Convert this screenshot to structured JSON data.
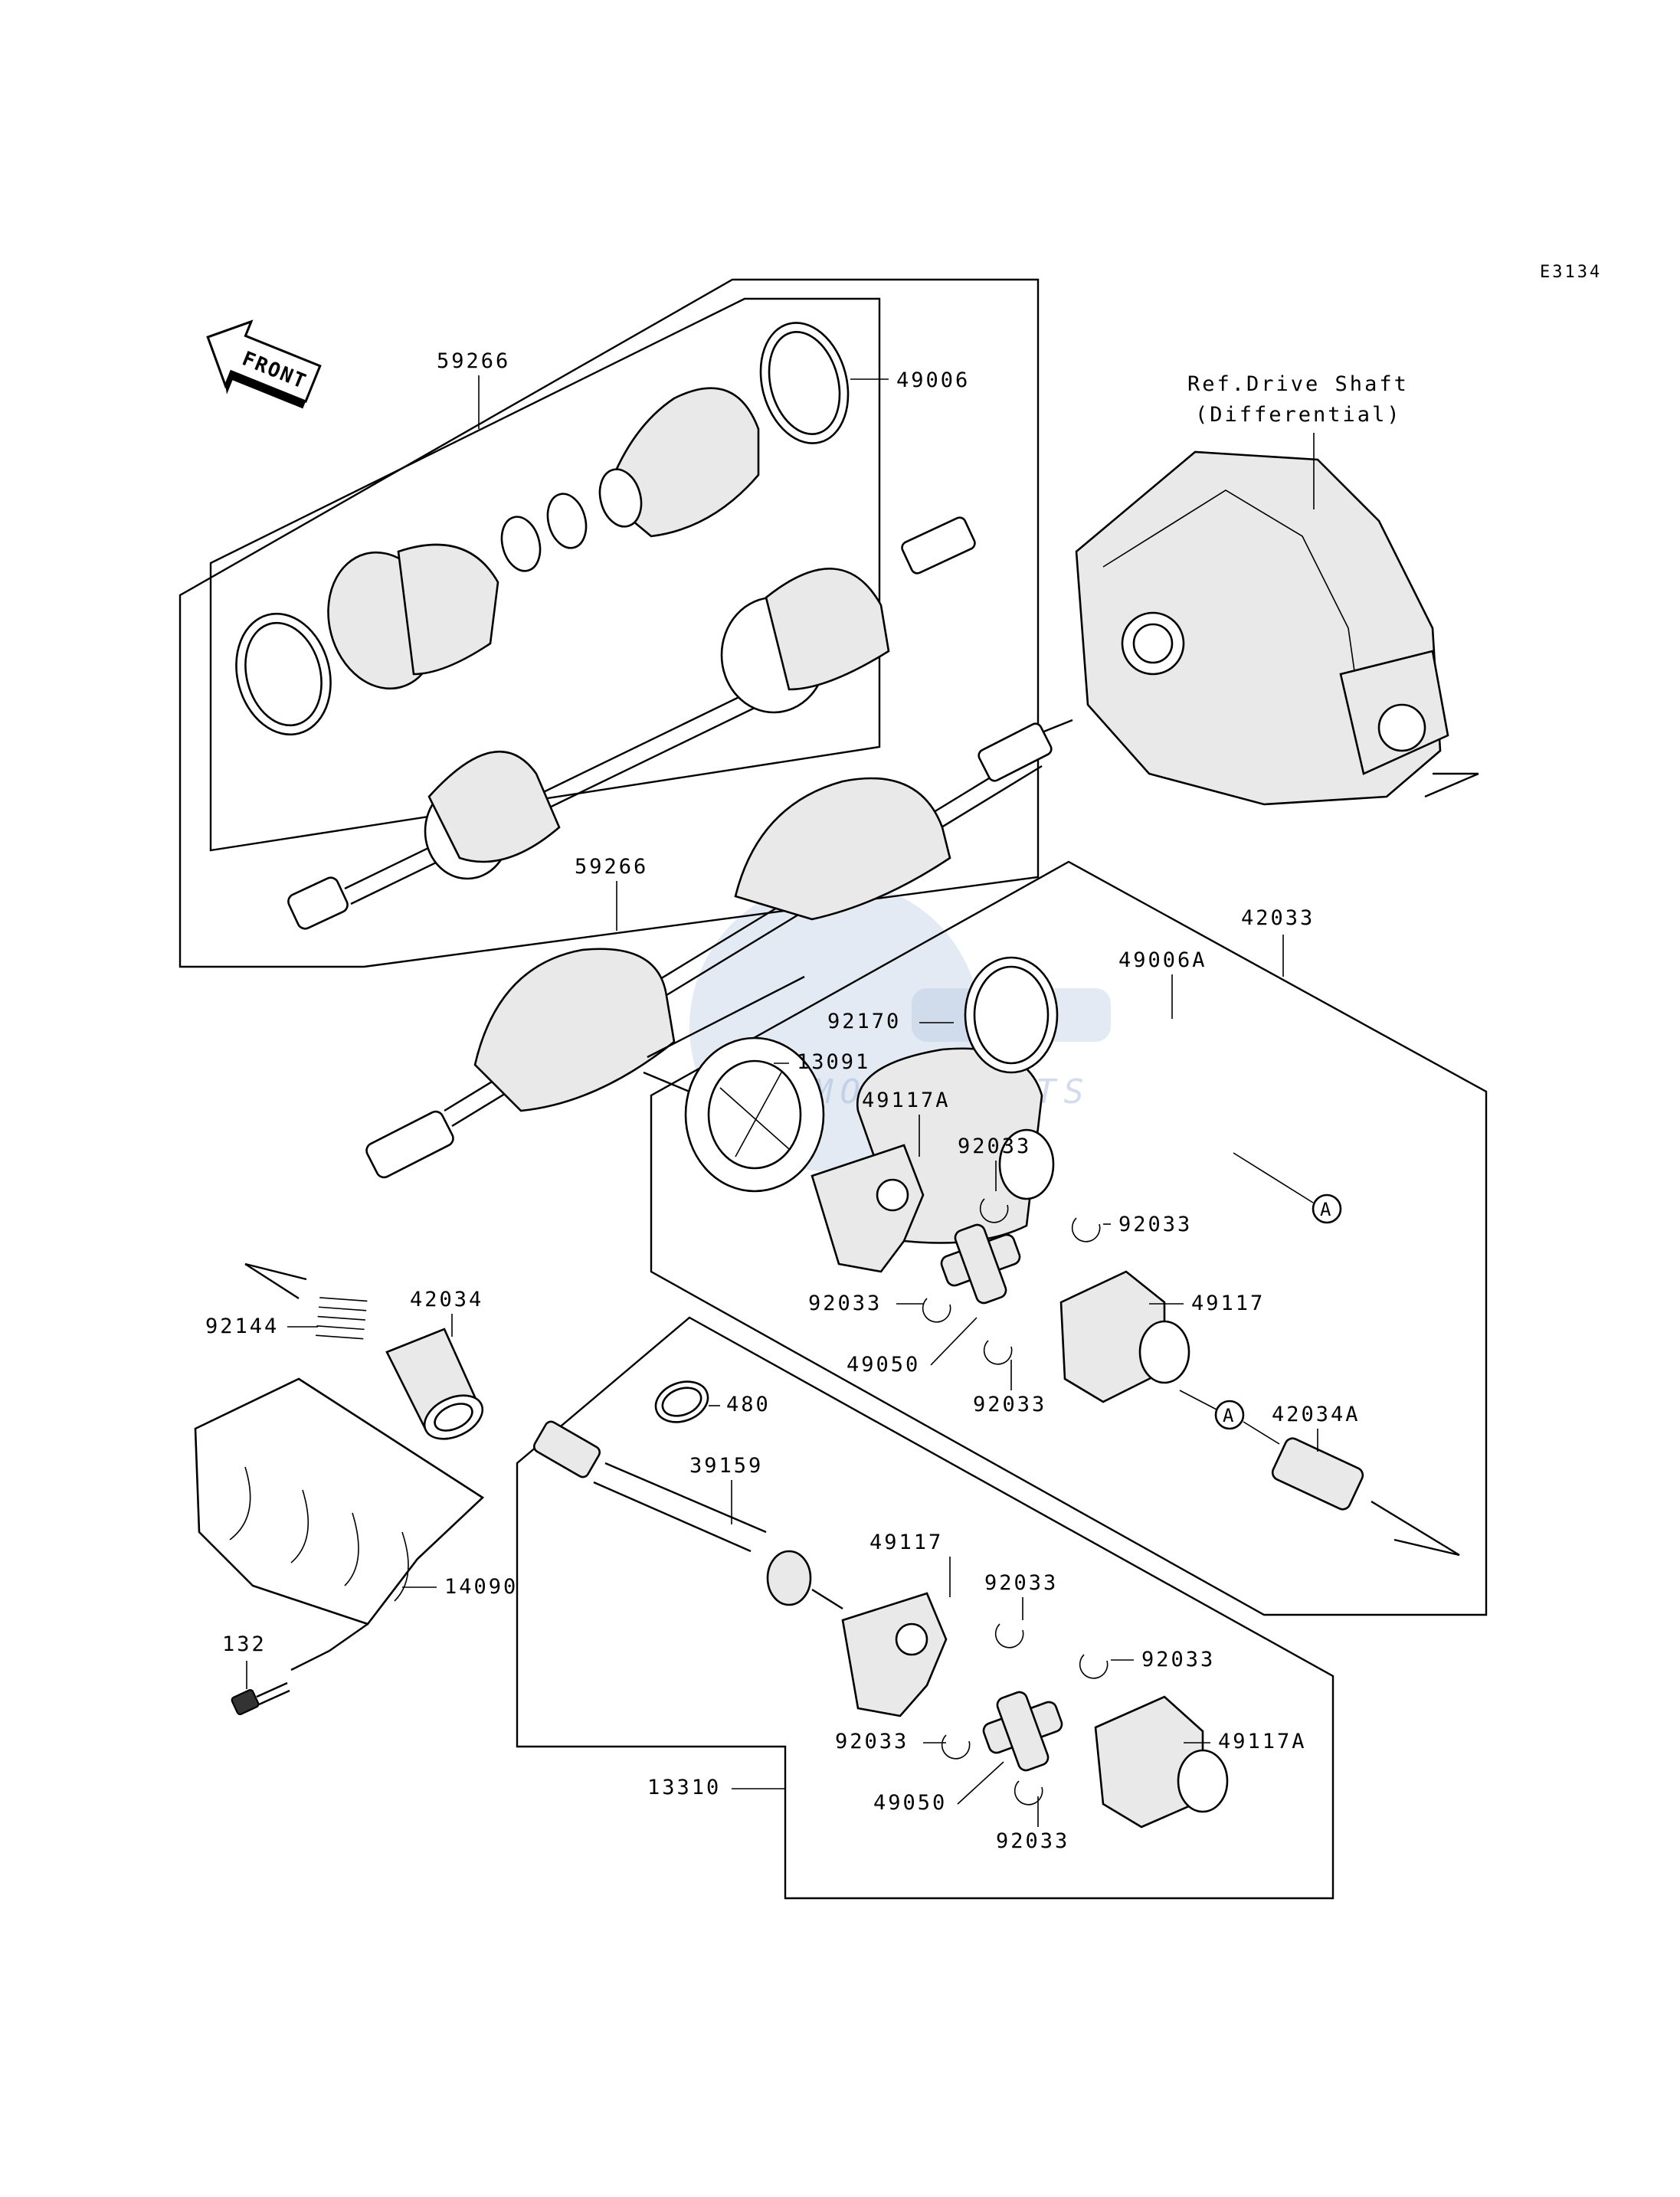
{
  "diagram_code": "E3134",
  "front_label": "FRONT",
  "ref_label_line1": "Ref.Drive Shaft",
  "ref_label_line2": "(Differential)",
  "watermark_text": "MOTORPARTS",
  "marker_a": "A",
  "parts": {
    "p59266_top": "59266",
    "p49006": "49006",
    "p59266_mid": "59266",
    "p42033": "42033",
    "p49006A": "49006A",
    "p92170": "92170",
    "p13091": "13091",
    "p49117A_upper": "49117A",
    "p92033_u1": "92033",
    "p92033_u2": "92033",
    "p92033_u3": "92033",
    "p92033_u4": "92033",
    "p49117_upper": "49117",
    "p49050_upper": "49050",
    "p42034A": "42034A",
    "p92144": "92144",
    "p42034": "42034",
    "p480": "480",
    "p39159": "39159",
    "p14090": "14090",
    "p132": "132",
    "p49117_lower": "49117",
    "p92033_l1": "92033",
    "p92033_l2": "92033",
    "p92033_l3": "92033",
    "p92033_l4": "92033",
    "p49117A_lower": "49117A",
    "p49050_lower": "49050",
    "p13310": "13310"
  }
}
